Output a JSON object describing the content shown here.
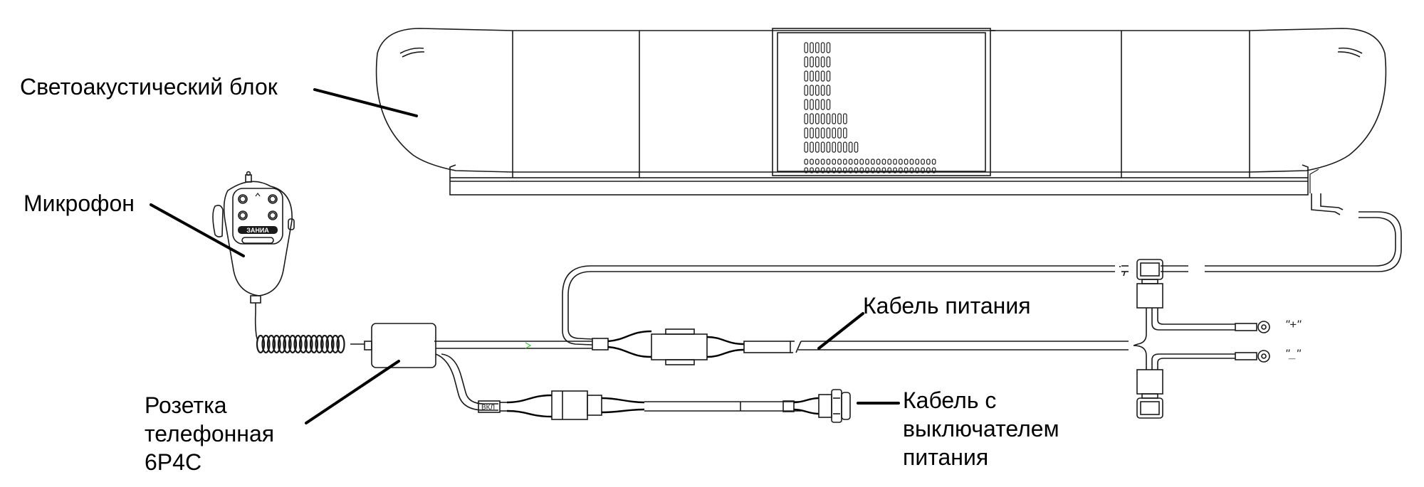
{
  "labels": {
    "light_unit": "Светоакустический блок",
    "microphone": "Микрофон",
    "power_cable": "Кабель питания",
    "phone_socket": [
      "Розетка",
      "телефонная",
      "6P4C"
    ],
    "switch_cable": [
      "Кабель с",
      "выключателем",
      "питания"
    ]
  },
  "terminals": {
    "plus": "\"+\"",
    "minus": "\"_\""
  },
  "microphone_brand": "ЗАНИА",
  "switch_tag": "ВКЛ"
}
